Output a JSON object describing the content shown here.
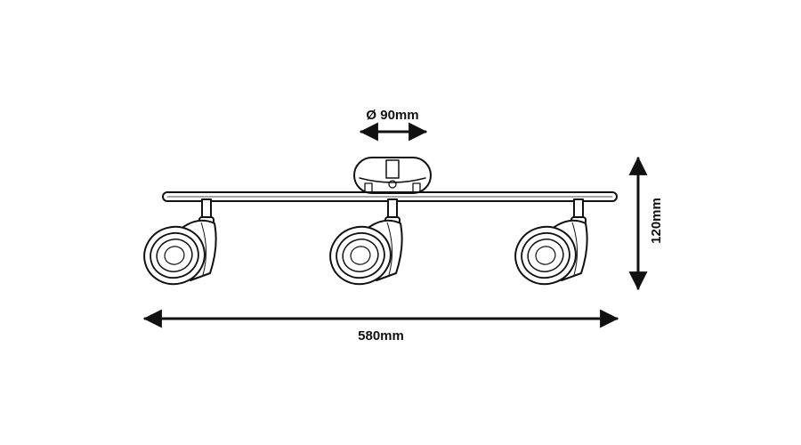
{
  "dimensions": {
    "diameter": "Ø 90mm",
    "height": "120mm",
    "width": "580mm"
  },
  "colors": {
    "stroke": "#111111",
    "background": "#ffffff"
  },
  "spots": [
    {
      "id": "left"
    },
    {
      "id": "center"
    },
    {
      "id": "right"
    }
  ]
}
